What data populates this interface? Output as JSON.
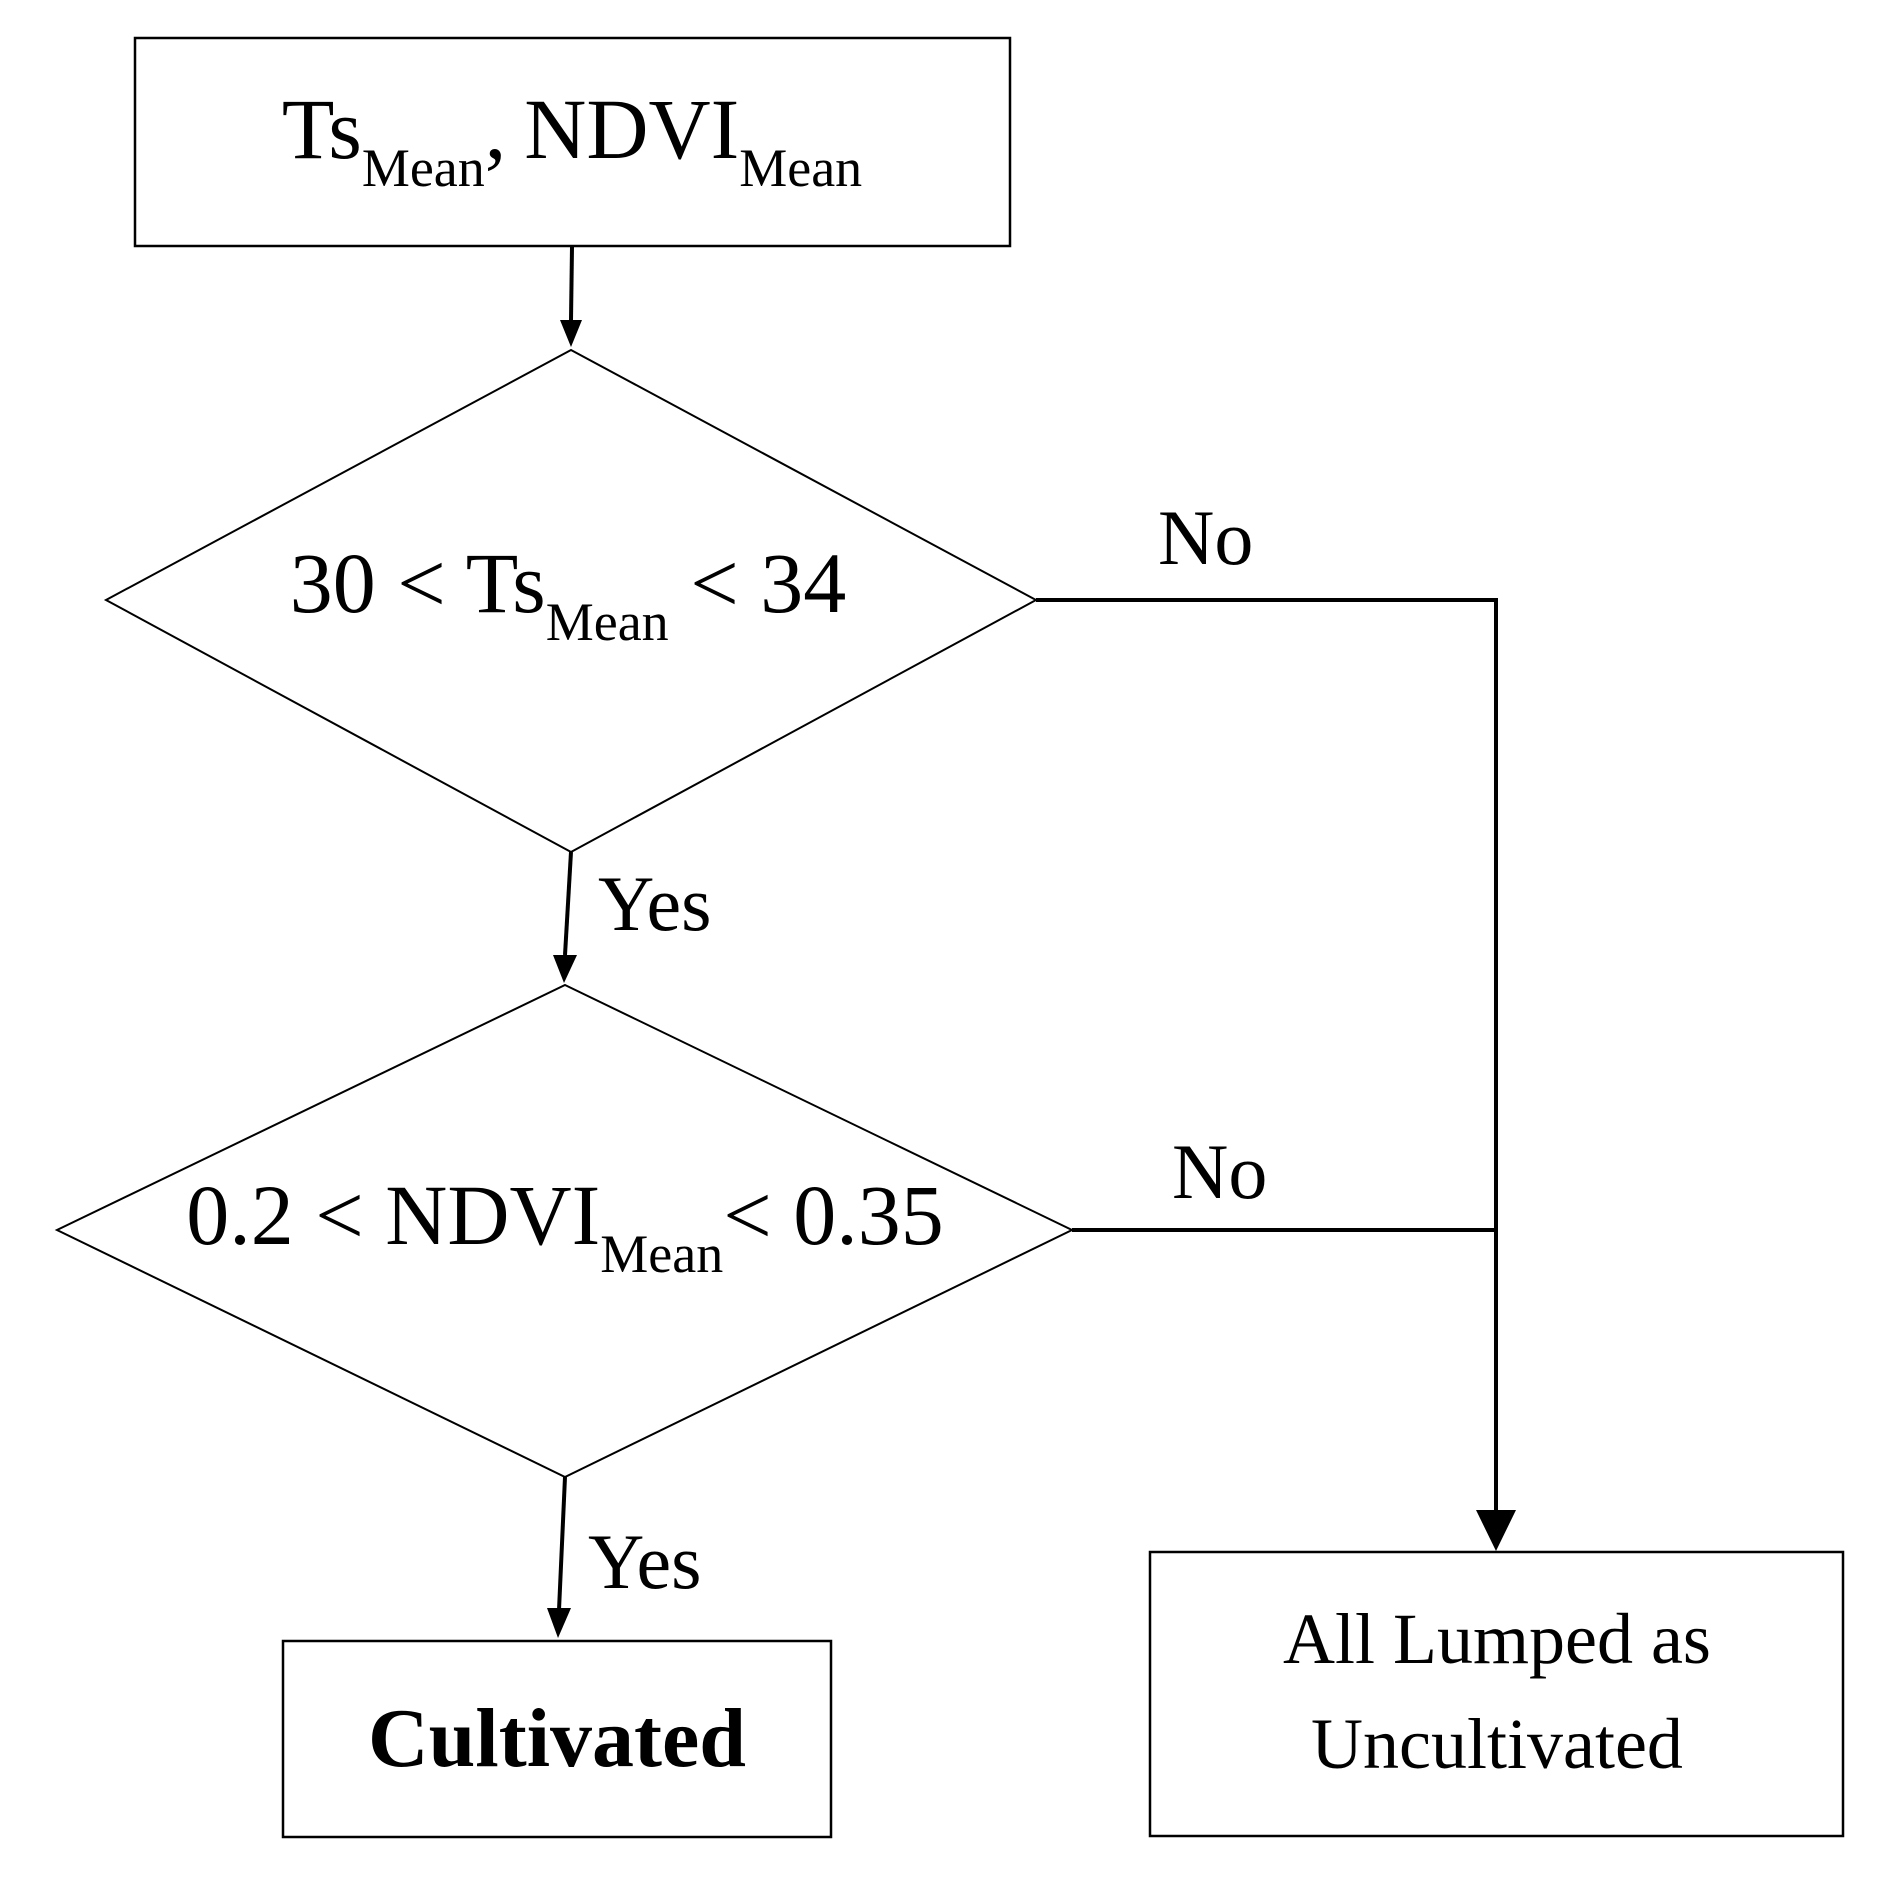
{
  "nodes": {
    "start": {
      "part1": "Ts",
      "part1_sub": "Mean",
      "separator": ",",
      "part2": "NDVI",
      "part2_sub": "Mean"
    },
    "decision1": {
      "prefix": "30 < Ts",
      "sub": "Mean",
      "suffix": " < 34"
    },
    "decision2": {
      "prefix": "0.2 < NDVI",
      "sub": "Mean",
      "suffix": "< 0.35"
    },
    "cultivated": {
      "label": "Cultivated"
    },
    "uncultivated": {
      "line1": "All Lumped as",
      "line2": "Uncultivated"
    }
  },
  "edges": {
    "d1_no": "No",
    "d1_yes": "Yes",
    "d2_no": "No",
    "d2_yes": "Yes"
  }
}
